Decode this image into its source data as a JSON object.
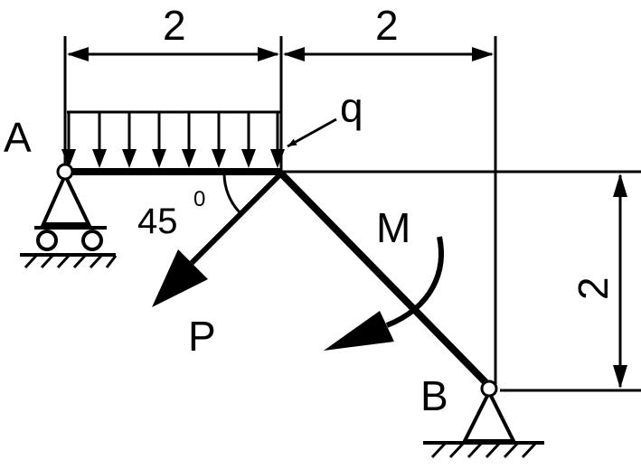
{
  "labels": {
    "point_a": "A",
    "point_b": "B",
    "load_q": "q",
    "moment_m": "M",
    "force_p": "P",
    "angle_value": "45",
    "angle_degree": "0"
  },
  "dimensions": {
    "top_left_span": "2",
    "top_right_span": "2",
    "right_height": "2"
  }
}
